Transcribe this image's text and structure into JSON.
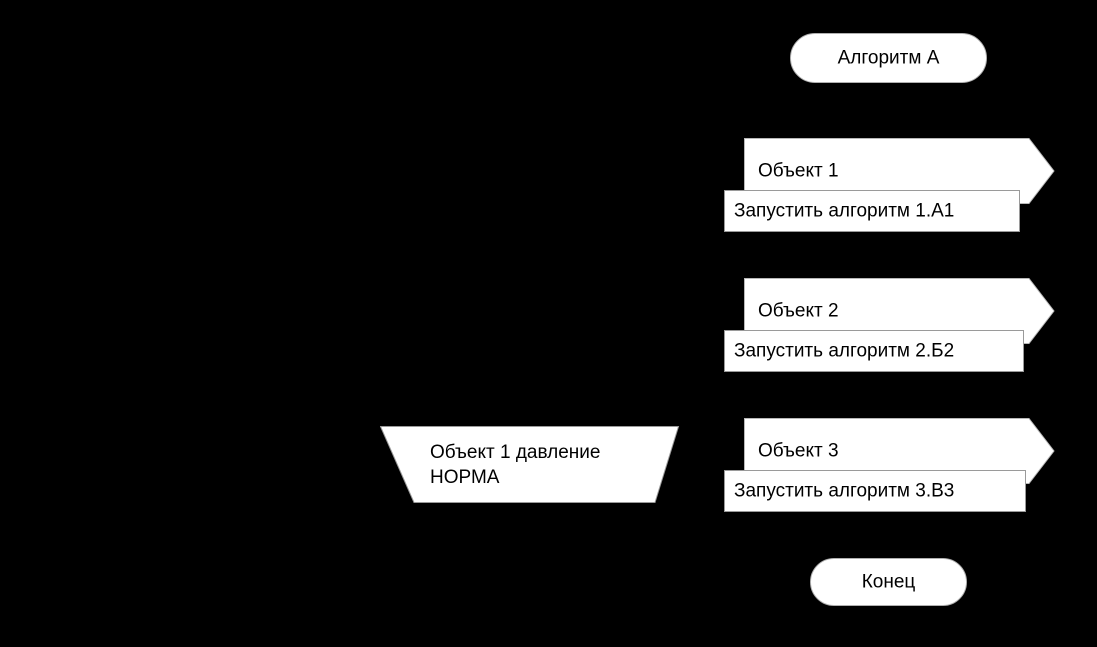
{
  "diagram": {
    "type": "flowchart",
    "background_color": "#000000",
    "shape_fill_color": "#ffffff",
    "text_color": "#000000",
    "start_node": {
      "label": "Алгоритм А",
      "shape": "rounded-terminator"
    },
    "end_node": {
      "label": "Конец",
      "shape": "rounded-terminator"
    },
    "condition_node": {
      "label": "Объект 1 давление\nНОРМА",
      "shape": "inverted-trapezoid"
    },
    "stages": [
      {
        "arrow_label": "Объект 1",
        "action_label": "Запустить алгоритм 1.А1"
      },
      {
        "arrow_label": "Объект 2",
        "action_label": "Запустить алгоритм 2.Б2"
      },
      {
        "arrow_label": "Объект 3",
        "action_label": "Запустить алгоритм 3.В3"
      }
    ]
  }
}
